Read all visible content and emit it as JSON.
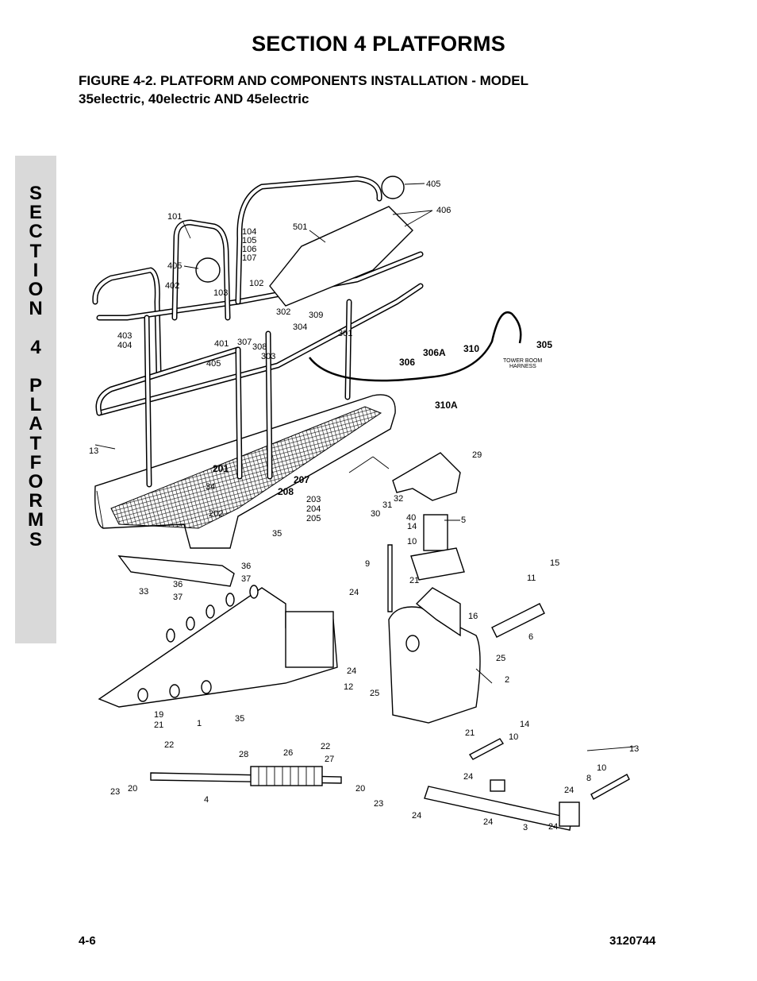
{
  "header": {
    "section_title": "SECTION 4  PLATFORMS",
    "figure_caption_line1": "FIGURE 4-2.    PLATFORM AND COMPONENTS INSTALLATION - MODEL",
    "figure_caption_line2": "35electric, 40electric AND 45electric"
  },
  "side_tab": {
    "letters": [
      "S",
      "E",
      "C",
      "T",
      "I",
      "O",
      "N",
      "",
      "4",
      "",
      "P",
      "L",
      "A",
      "T",
      "F",
      "O",
      "R",
      "M",
      "S"
    ]
  },
  "diagram": {
    "callouts": [
      "405",
      "406",
      "101",
      "501",
      "104",
      "105",
      "106",
      "107",
      "405",
      "102",
      "402",
      "103",
      "302",
      "309",
      "403",
      "404",
      "401",
      "307",
      "308",
      "304",
      "301",
      "303",
      "405",
      "306",
      "306A",
      "310",
      "305",
      "TOWER BOOM",
      "HARNESS",
      "310A",
      "13",
      "201",
      "34",
      "207",
      "208",
      "202",
      "203",
      "204",
      "205",
      "29",
      "32",
      "31",
      "30",
      "40",
      "5",
      "14",
      "35",
      "10",
      "36",
      "37",
      "33",
      "36",
      "37",
      "9",
      "21",
      "15",
      "11",
      "24",
      "16",
      "6",
      "25",
      "24",
      "12",
      "2",
      "25",
      "19",
      "21",
      "1",
      "35",
      "14",
      "21",
      "10",
      "13",
      "22",
      "22",
      "28",
      "26",
      "27",
      "10",
      "8",
      "24",
      "20",
      "20",
      "24",
      "24",
      "23",
      "4",
      "23",
      "24",
      "3",
      "24"
    ]
  },
  "footer": {
    "page_number": "4-6",
    "doc_number": "3120744"
  }
}
